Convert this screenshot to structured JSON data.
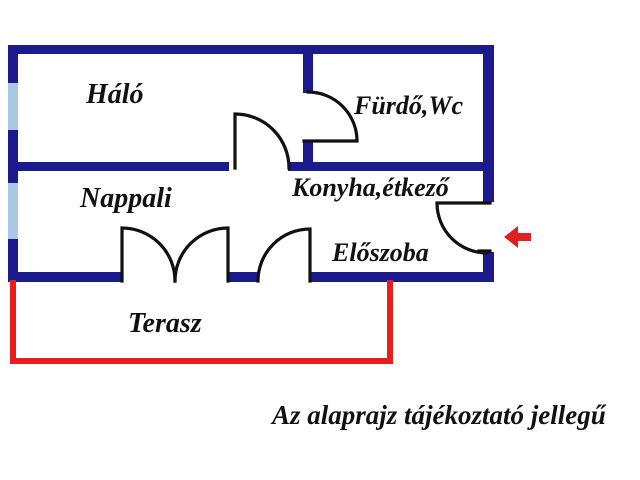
{
  "floor_plan": {
    "rooms": [
      {
        "id": "halo",
        "label": "Háló"
      },
      {
        "id": "furdo-wc",
        "label": "Fürdő,Wc"
      },
      {
        "id": "nappali",
        "label": "Nappali"
      },
      {
        "id": "konyha-etkezo",
        "label": "Konyha,étkező"
      },
      {
        "id": "eloszoba",
        "label": "Előszoba"
      },
      {
        "id": "terasz",
        "label": "Terasz"
      }
    ],
    "disclaimer": "Az alaprajz tájékoztató jellegű",
    "icons": {
      "entrance_arrow": "left-arrow"
    },
    "colors": {
      "wall": "#1b1b8e",
      "window": "#aac7e4",
      "terrace": "#e81e1e",
      "arrow": "#e02020",
      "door_line": "#111111",
      "text": "#111111",
      "background": "#ffffff"
    }
  }
}
